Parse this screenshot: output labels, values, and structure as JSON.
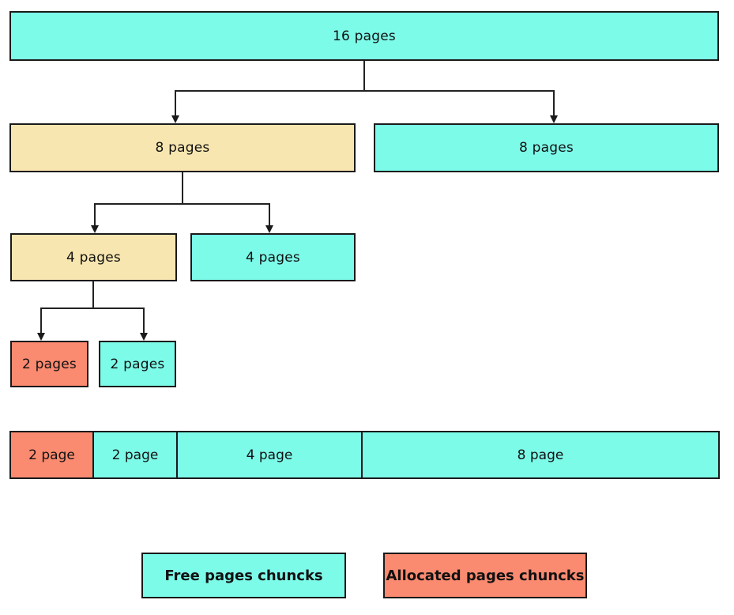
{
  "colors": {
    "free": "#7DFBE9",
    "allocated": "#FA8A70",
    "splitting": "#F8E6B0",
    "border": "#1A1A1A",
    "background": "#FFFFFF"
  },
  "nodes": {
    "n16": {
      "label": "16 pages",
      "state": "free"
    },
    "n8l": {
      "label": "8 pages",
      "state": "split"
    },
    "n8r": {
      "label": "8 pages",
      "state": "free"
    },
    "n4l": {
      "label": "4 pages",
      "state": "split"
    },
    "n4r": {
      "label": "4 pages",
      "state": "free"
    },
    "n2l": {
      "label": "2 pages",
      "state": "allocated"
    },
    "n2r": {
      "label": "2 pages",
      "state": "free"
    }
  },
  "strip": {
    "segments": [
      {
        "label": "2 page",
        "state": "allocated"
      },
      {
        "label": "2 page",
        "state": "free"
      },
      {
        "label": "4 page",
        "state": "free"
      },
      {
        "label": "8 page",
        "state": "free"
      }
    ]
  },
  "legend": {
    "free": {
      "label": "Free pages chuncks",
      "state": "free"
    },
    "allocated": {
      "label": "Allocated pages chuncks",
      "state": "allocated"
    }
  }
}
